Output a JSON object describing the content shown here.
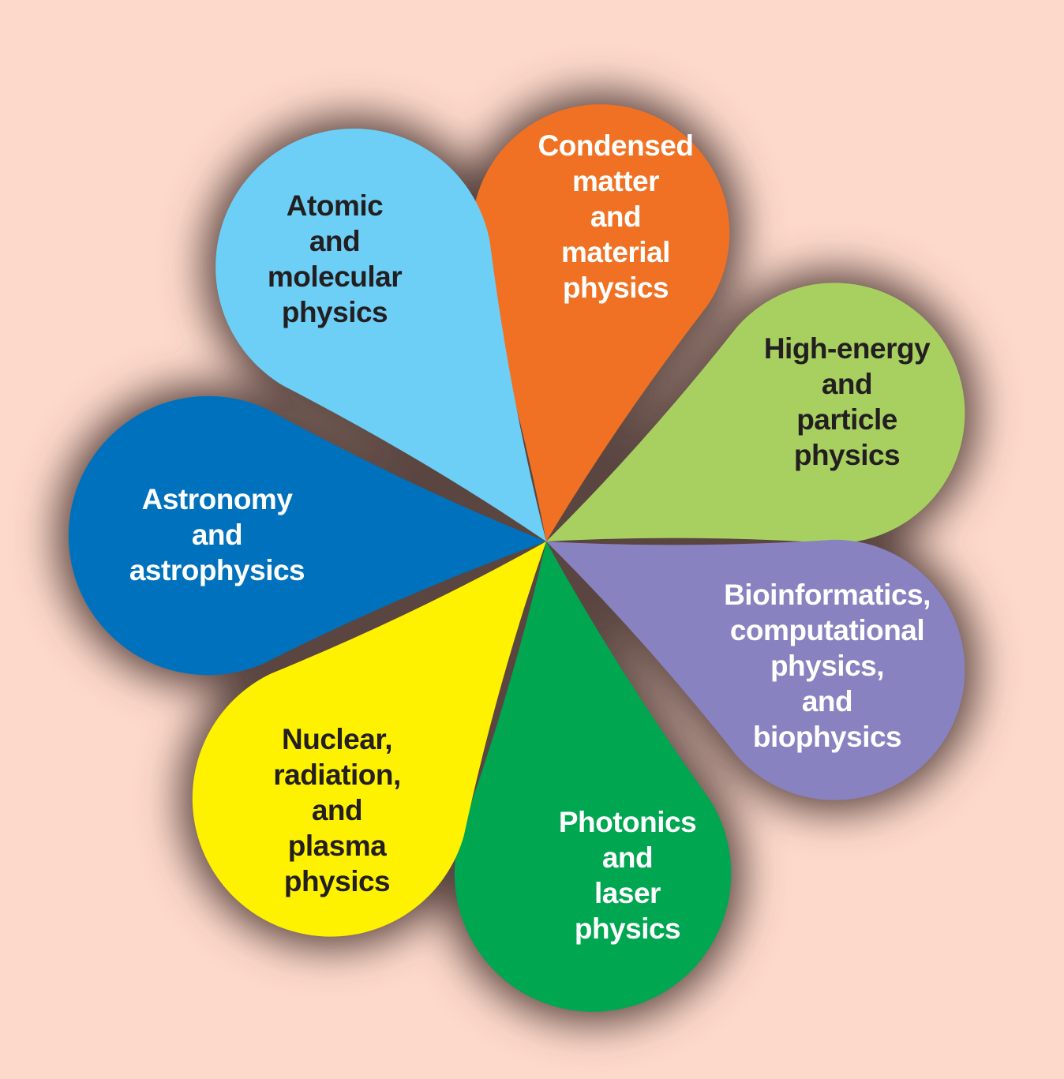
{
  "background": "#fdd9cb",
  "shadow_color": "#5a4541",
  "petals": [
    {
      "name": "petal-condensed-matter",
      "color": "#f07123",
      "text_color": "#ffffff",
      "lines": [
        "Condensed",
        "matter",
        "and",
        "material",
        "physics"
      ]
    },
    {
      "name": "petal-high-energy",
      "color": "#a8d060",
      "text_color": "#231f20",
      "lines": [
        "High-energy",
        "and",
        "particle",
        "physics"
      ]
    },
    {
      "name": "petal-bioinformatics",
      "color": "#8882c0",
      "text_color": "#ffffff",
      "lines": [
        "Bioinformatics,",
        "computational",
        "physics,",
        "and",
        "biophysics"
      ]
    },
    {
      "name": "petal-photonics",
      "color": "#00a650",
      "text_color": "#ffffff",
      "lines": [
        "Photonics",
        "and",
        "laser",
        "physics"
      ]
    },
    {
      "name": "petal-nuclear",
      "color": "#fff200",
      "text_color": "#231f20",
      "lines": [
        "Nuclear,",
        "radiation,",
        "and",
        "plasma",
        "physics"
      ]
    },
    {
      "name": "petal-astronomy",
      "color": "#0071bc",
      "text_color": "#ffffff",
      "lines": [
        "Astronomy",
        "and",
        "astrophysics"
      ]
    },
    {
      "name": "petal-atomic",
      "color": "#6dcff6",
      "text_color": "#231f20",
      "lines": [
        "Atomic",
        "and",
        "molecular",
        "physics"
      ]
    }
  ]
}
